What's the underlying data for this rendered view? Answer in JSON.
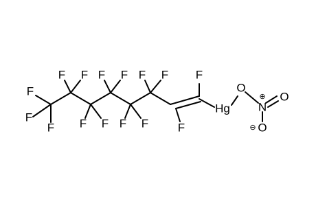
{
  "molecule": {
    "atoms": {
      "fluorine": "F",
      "mercury": "Hg",
      "oxygen": "O",
      "nitrogen": "N"
    },
    "charges": {
      "positive": "⊕",
      "negative": "⊖"
    },
    "colors": {
      "bond": "#000000",
      "label": "#000000",
      "background": "#ffffff"
    }
  }
}
